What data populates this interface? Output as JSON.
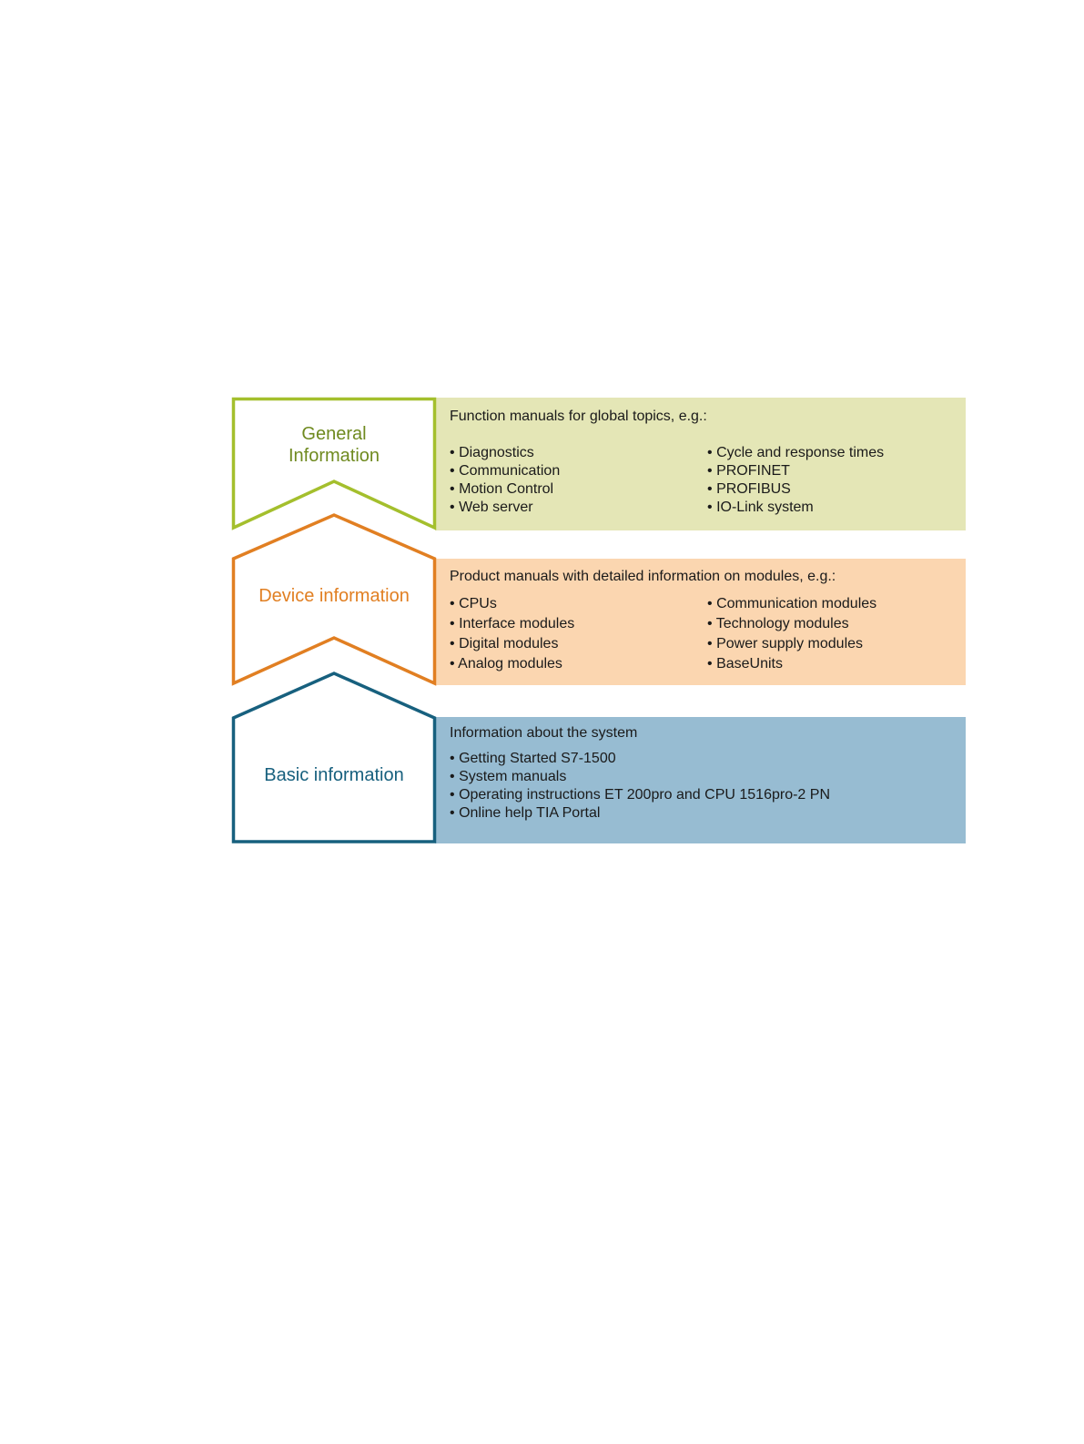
{
  "layers": [
    {
      "id": "general",
      "label_lines": [
        "General",
        "Information"
      ],
      "heading": "Function manuals for global topics, e.g.:",
      "left_items": [
        "Diagnostics",
        "Communication",
        "Motion Control",
        "Web server"
      ],
      "right_items": [
        "Cycle and response times",
        "PROFINET",
        "PROFIBUS",
        "IO-Link system"
      ],
      "outline_color": "#a4bf2d",
      "text_color": "#6f8a1f",
      "fill_color": "#e4e6b6"
    },
    {
      "id": "device",
      "label_lines": [
        "Device information"
      ],
      "heading": "Product manuals with detailed information on modules, e.g.:",
      "left_items": [
        "CPUs",
        "Interface modules",
        "Digital modules",
        "Analog modules"
      ],
      "right_items": [
        "Communication modules",
        "Technology modules",
        "Power supply modules",
        "BaseUnits"
      ],
      "outline_color": "#e17f22",
      "text_color": "#e17f22",
      "fill_color": "#fbd6b0"
    },
    {
      "id": "basic",
      "label_lines": [
        "Basic information"
      ],
      "heading": "Information about the system",
      "left_items": [
        "Getting Started S7-1500",
        "System manuals",
        "Operating instructions ET 200pro and CPU 1516pro-2 PN",
        "Online help TIA Portal"
      ],
      "right_items": [],
      "outline_color": "#17607e",
      "text_color": "#17607e",
      "fill_color": "#97bcd2"
    }
  ],
  "bullet": "•"
}
